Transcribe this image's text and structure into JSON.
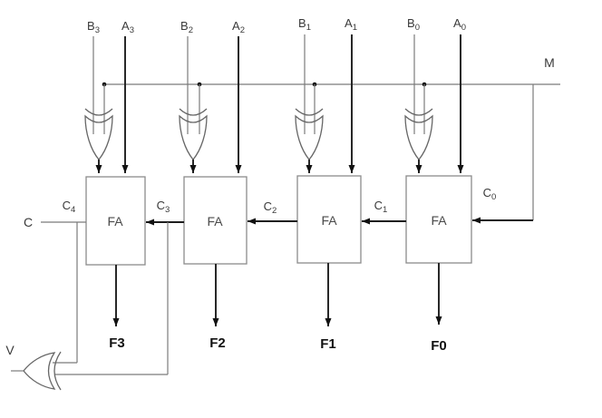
{
  "diagram": {
    "kind": "4-bit adder-subtractor logic diagram"
  },
  "operand_inputs": [
    {
      "main": "B",
      "sub": "3"
    },
    {
      "main": "A",
      "sub": "3"
    },
    {
      "main": "B",
      "sub": "2"
    },
    {
      "main": "A",
      "sub": "2"
    },
    {
      "main": "B",
      "sub": "1"
    },
    {
      "main": "A",
      "sub": "1"
    },
    {
      "main": "B",
      "sub": "0"
    },
    {
      "main": "A",
      "sub": "0"
    }
  ],
  "mode_label": "M",
  "adders": {
    "label": "FA"
  },
  "carries": [
    {
      "main": "C",
      "sub": "4"
    },
    {
      "main": "C",
      "sub": "3"
    },
    {
      "main": "C",
      "sub": "2"
    },
    {
      "main": "C",
      "sub": "1"
    },
    {
      "main": "C",
      "sub": "0"
    }
  ],
  "outputs": [
    "F3",
    "F2",
    "F1",
    "F0"
  ],
  "carry_out_label": "C",
  "overflow_label": "V",
  "colors": {
    "background": "#ffffff",
    "wire_thin": "#7b7b7b",
    "wire_thick": "#1d1d1d",
    "box_stroke": "#8b8b8b",
    "text": "#3a3a3a"
  }
}
